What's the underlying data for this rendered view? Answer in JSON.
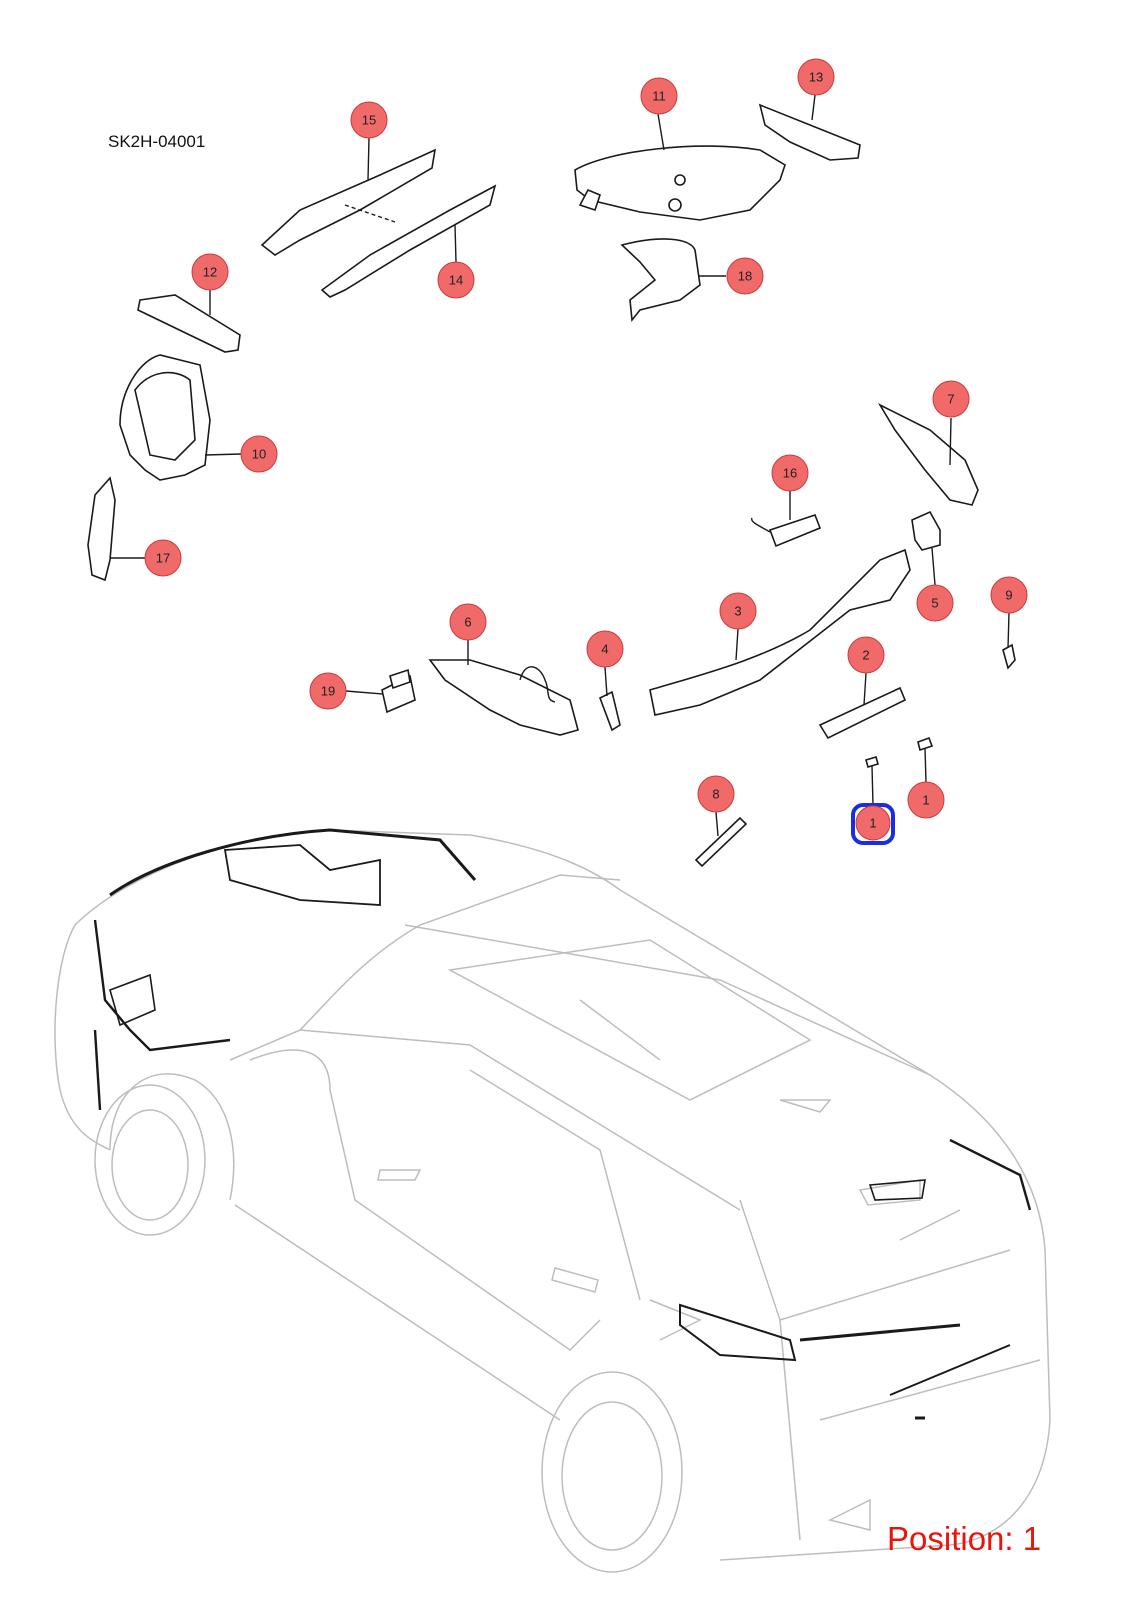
{
  "diagram": {
    "code": "SK2H-04001",
    "position_label": "Position: 1",
    "selected_callout": "1",
    "callout_color": "#f06a6a",
    "selected_color": "#1a2ee0",
    "position_text_color": "#e8150b"
  },
  "callouts": [
    {
      "id": "c15",
      "label": "15"
    },
    {
      "id": "c11",
      "label": "11"
    },
    {
      "id": "c13",
      "label": "13"
    },
    {
      "id": "c12",
      "label": "12"
    },
    {
      "id": "c14",
      "label": "14"
    },
    {
      "id": "c18",
      "label": "18"
    },
    {
      "id": "c7",
      "label": "7"
    },
    {
      "id": "c10",
      "label": "10"
    },
    {
      "id": "c16",
      "label": "16"
    },
    {
      "id": "c17",
      "label": "17"
    },
    {
      "id": "c5",
      "label": "5"
    },
    {
      "id": "c9",
      "label": "9"
    },
    {
      "id": "c3",
      "label": "3"
    },
    {
      "id": "c6",
      "label": "6"
    },
    {
      "id": "c4",
      "label": "4"
    },
    {
      "id": "c2",
      "label": "2"
    },
    {
      "id": "c19",
      "label": "19"
    },
    {
      "id": "c8",
      "label": "8"
    },
    {
      "id": "c1a",
      "label": "1"
    },
    {
      "id": "c1b",
      "label": "1"
    }
  ]
}
